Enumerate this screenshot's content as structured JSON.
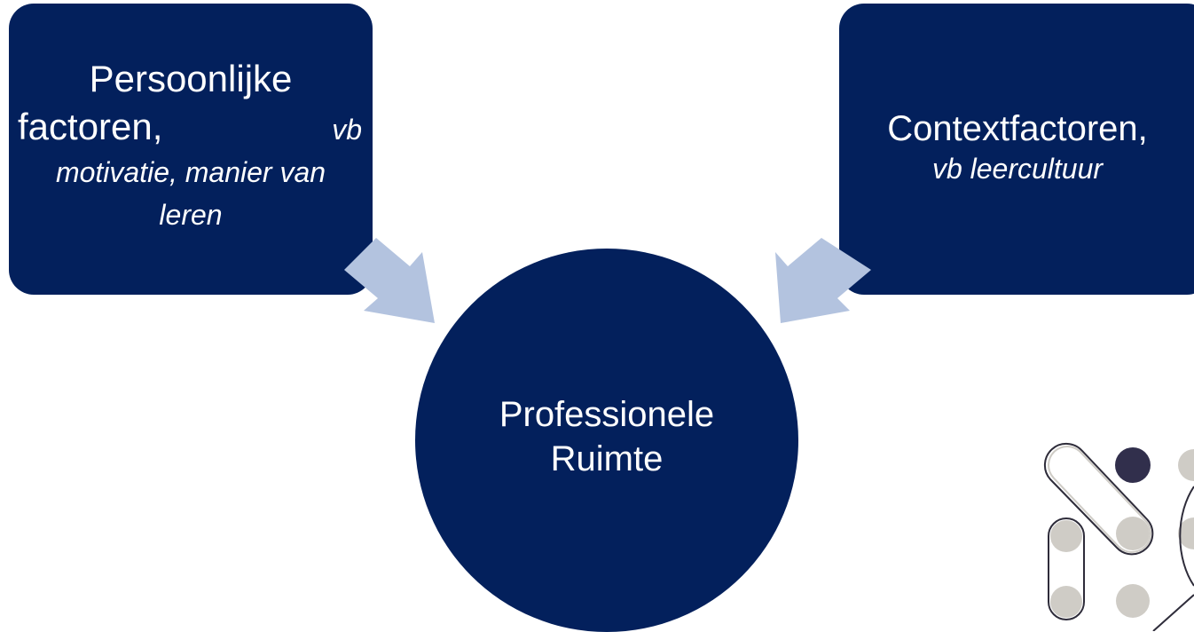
{
  "colors": {
    "box": "#03205c",
    "arrow": "#b3c3df",
    "logo_grey": "#cfccc6",
    "logo_dark": "#312f4c",
    "logo_line": "#2e2c3a"
  },
  "left_box": {
    "line1": "Persoonlijke",
    "line2": "factoren,",
    "line2_note": "vb",
    "detail_line1": "motivatie, manier van",
    "detail_line2": "leren"
  },
  "right_box": {
    "title": "Contextfactoren,",
    "detail": "vb leercultuur"
  },
  "center": {
    "line1": "Professionele",
    "line2": "Ruimte"
  },
  "icons": {
    "arrow_left": "arrow-down-right",
    "arrow_right": "arrow-down-left",
    "logo": "dots-logo"
  }
}
